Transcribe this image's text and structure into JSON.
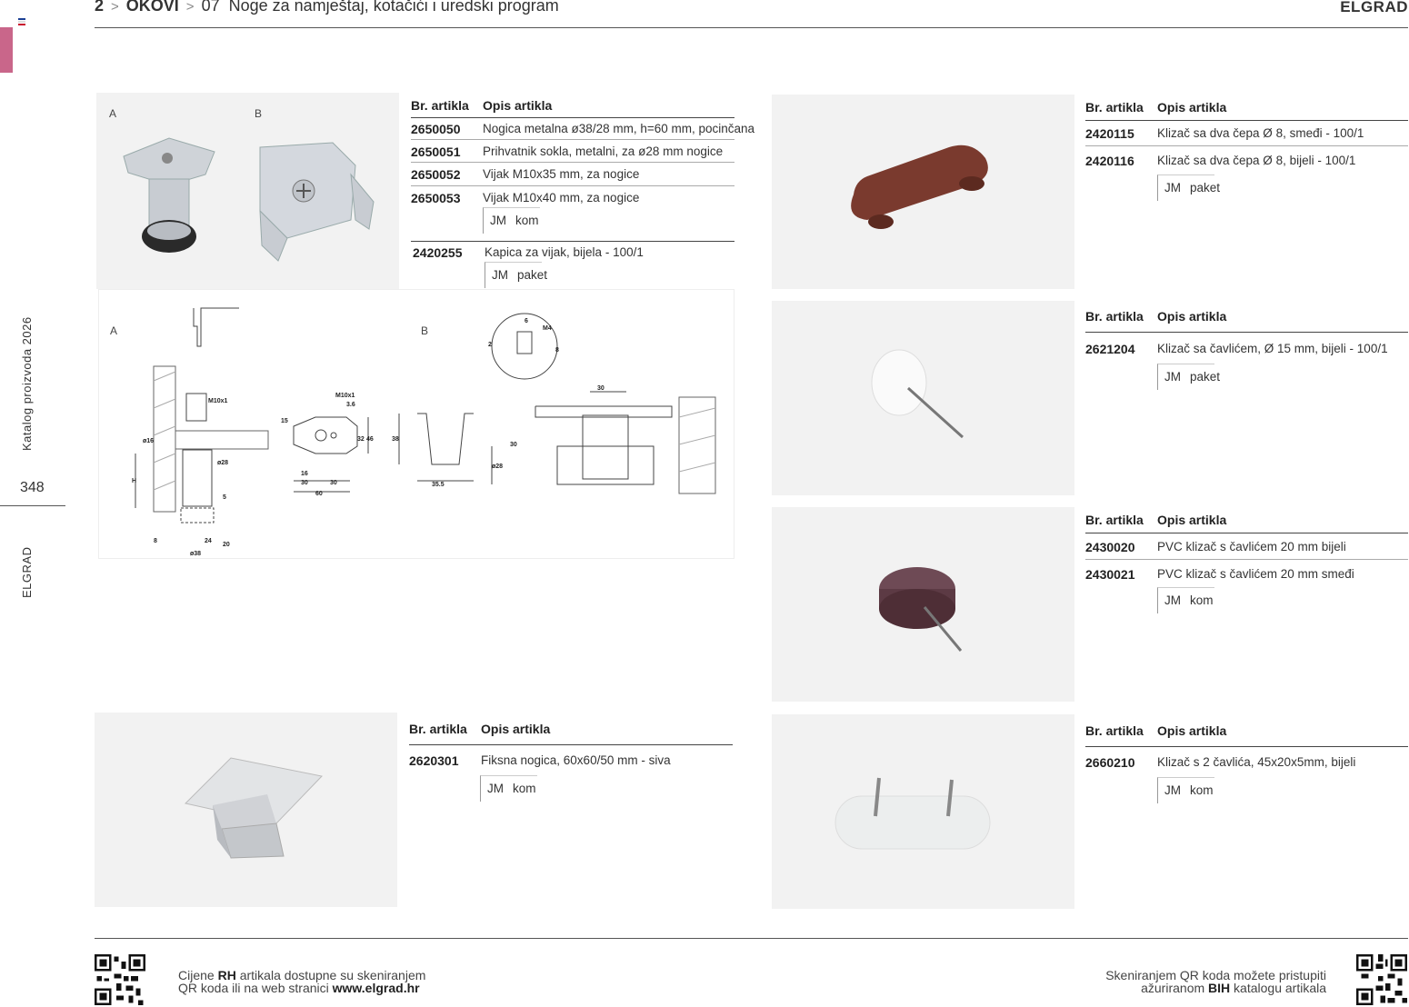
{
  "header": {
    "chapter_num": "2",
    "section": "OKOVI",
    "subsection_num": "07",
    "subsection_title": "Noge za namještaj, kotačići i uredski program",
    "brand": "ELGRAD"
  },
  "sidebar": {
    "catalog_label": "Katalog proizvoda 2026",
    "page_number": "348",
    "brand_vertical": "ELGRAD"
  },
  "table_headers": {
    "code": "Br. artikla",
    "desc": "Opis artikla"
  },
  "block1": {
    "img_label_a": "A",
    "img_label_b": "B",
    "rows": [
      {
        "code": "2650050",
        "desc": "Nogica metalna ø38/28 mm, h=60 mm, pocinčana"
      },
      {
        "code": "2650051",
        "desc": "Prihvatnik sokla, metalni, za ø28 mm nogice"
      },
      {
        "code": "2650052",
        "desc": "Vijak M10x35 mm, za nogice"
      },
      {
        "code": "2650053",
        "desc": "Vijak M10x40 mm, za nogice"
      }
    ],
    "unit1": {
      "jm": "JM",
      "value": "kom"
    },
    "row5": {
      "code": "2420255",
      "desc": "Kapica za vijak, bijela - 100/1"
    },
    "unit2": {
      "jm": "JM",
      "value": "paket"
    }
  },
  "drawing": {
    "label_a": "A",
    "label_b": "B",
    "dims": [
      "M10x1",
      "ø16",
      "ø28",
      "H",
      "5",
      "8",
      "24",
      "20",
      "ø38",
      "M10x1",
      "3.6",
      "15",
      "32",
      "46",
      "16",
      "30",
      "30",
      "60",
      "38",
      "35.5",
      "6",
      "M4",
      "2",
      "8",
      "30",
      "30",
      "ø28"
    ]
  },
  "block2": {
    "rows": [
      {
        "code": "2420115",
        "desc": "Klizač sa dva čepa Ø 8, smeđi - 100/1"
      },
      {
        "code": "2420116",
        "desc": "Klizač sa dva čepa Ø 8, bijeli - 100/1"
      }
    ],
    "unit": {
      "jm": "JM",
      "value": "paket"
    }
  },
  "block3": {
    "rows": [
      {
        "code": "2621204",
        "desc": "Klizač sa čavlićem, Ø 15 mm, bijeli - 100/1"
      }
    ],
    "unit": {
      "jm": "JM",
      "value": "paket"
    }
  },
  "block4": {
    "rows": [
      {
        "code": "2430020",
        "desc": "PVC klizač s čavlićem 20 mm bijeli"
      },
      {
        "code": "2430021",
        "desc": "PVC klizač s čavlićem 20 mm smeđi"
      }
    ],
    "unit": {
      "jm": "JM",
      "value": "kom"
    }
  },
  "block5": {
    "rows": [
      {
        "code": "2620301",
        "desc": "Fiksna nogica, 60x60/50 mm - siva"
      }
    ],
    "unit": {
      "jm": "JM",
      "value": "kom"
    }
  },
  "block6": {
    "rows": [
      {
        "code": "2660210",
        "desc": "Klizač s 2 čavlića, 45x20x5mm, bijeli"
      }
    ],
    "unit": {
      "jm": "JM",
      "value": "kom"
    }
  },
  "footer": {
    "left_line1_a": "Cijene ",
    "left_line1_b": "RH",
    "left_line1_c": " artikala dostupne su skeniranjem",
    "left_line2_a": "QR koda ili na web stranici ",
    "left_line2_b": "www.elgrad.hr",
    "right_line1": "Skeniranjem QR koda možete pristupiti",
    "right_line2_a": "ažuriranom ",
    "right_line2_b": "BIH",
    "right_line2_c": " katalogu artikala"
  }
}
